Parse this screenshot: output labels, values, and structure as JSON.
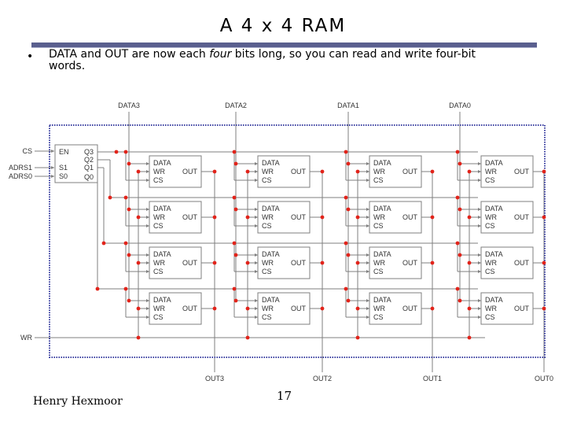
{
  "title": "A 4 x 4 RAM",
  "bullet": "•",
  "text": {
    "before": "DATA and OUT are now each ",
    "emph": "four",
    "after_line1": " bits long, so you can read and write four-bit",
    "line2": "words."
  },
  "diagram": {
    "data_inputs": [
      "DATA3",
      "DATA2",
      "DATA1",
      "DATA0"
    ],
    "outputs": [
      "OUT3",
      "OUT2",
      "OUT1",
      "OUT0"
    ],
    "left_inputs": [
      "CS",
      "ADRS1",
      "ADRS0",
      "WR"
    ],
    "decoder_left": [
      "EN",
      "S1",
      "S0"
    ],
    "decoder_right": [
      "Q3",
      "Q2",
      "Q1",
      "Q0"
    ],
    "cell_pins": [
      "DATA",
      "WR",
      "CS"
    ],
    "cell_out": "OUT",
    "rows": 4,
    "cols": 4,
    "colors": {
      "wire": "#7f7f7f",
      "dot": "#e2231a",
      "border": "#3a3fa0"
    }
  },
  "footer": {
    "author": "Henry Hexmoor",
    "page": "17"
  }
}
